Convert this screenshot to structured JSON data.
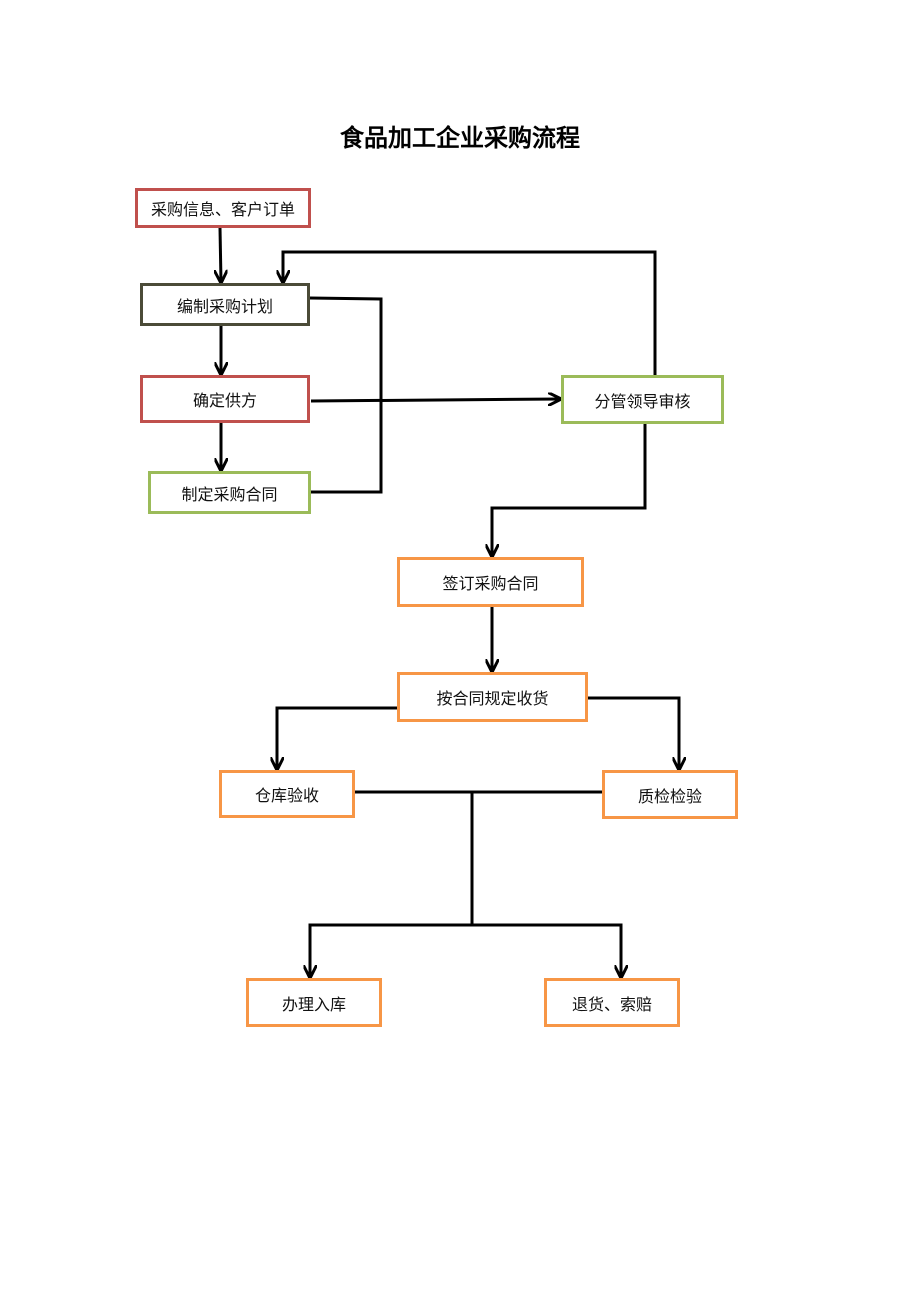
{
  "title": "食品加工企业采购流程",
  "nodes": {
    "info": "采购信息、客户订单",
    "plan": "编制采购计划",
    "supplier": "确定供方",
    "draft": "制定采购合同",
    "review": "分管领导审核",
    "sign": "签订采购合同",
    "receive": "按合同规定收货",
    "warehouse": "仓库验收",
    "qc": "质检检验",
    "store": "办理入库",
    "return": "退货、索赔"
  },
  "colors": {
    "red": "#c0504d",
    "dark": "#4b4b38",
    "green": "#9bbb59",
    "orange": "#f79646",
    "line": "#000000"
  }
}
